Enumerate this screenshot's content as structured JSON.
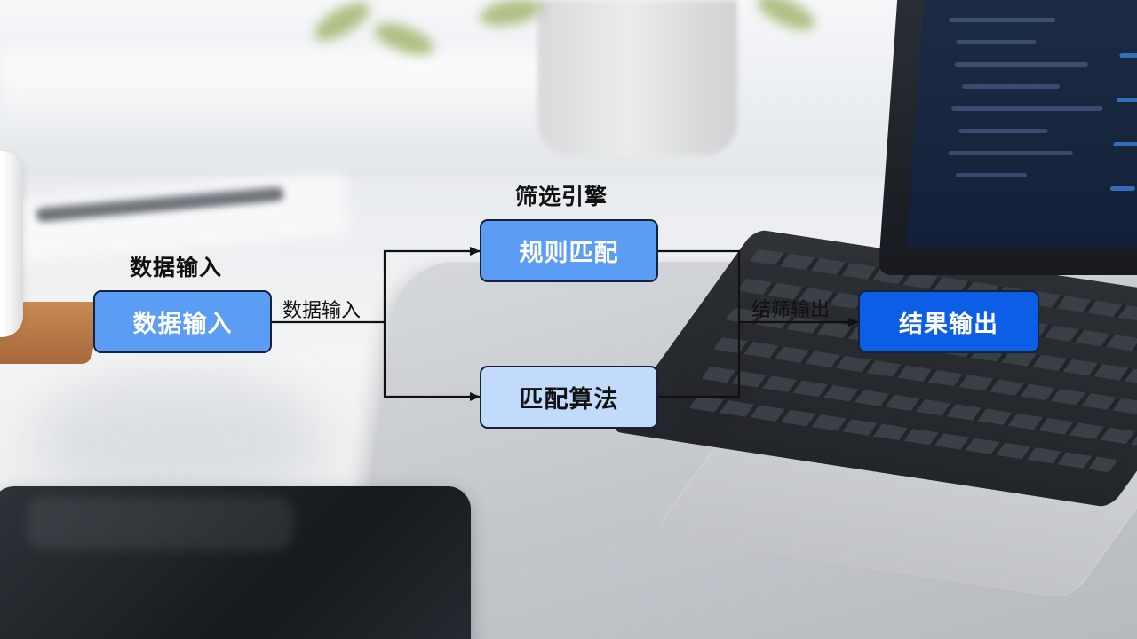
{
  "diagram": {
    "headings": {
      "input_section": "数据输入",
      "engine_section": "筛选引擎"
    },
    "nodes": {
      "data_input": "数据输入",
      "rule_matching": "规则匹配",
      "matching_algorithm": "匹配算法",
      "result_output": "结果输出"
    },
    "edge_labels": {
      "input_edge": "数据输入",
      "output_edge": "结筛输出"
    }
  },
  "colors": {
    "node_light": "#c2dafb",
    "node_mid": "#5b9cf5",
    "node_dark": "#0d5ee6",
    "node_border": "#16223a",
    "connector": "#111111"
  }
}
